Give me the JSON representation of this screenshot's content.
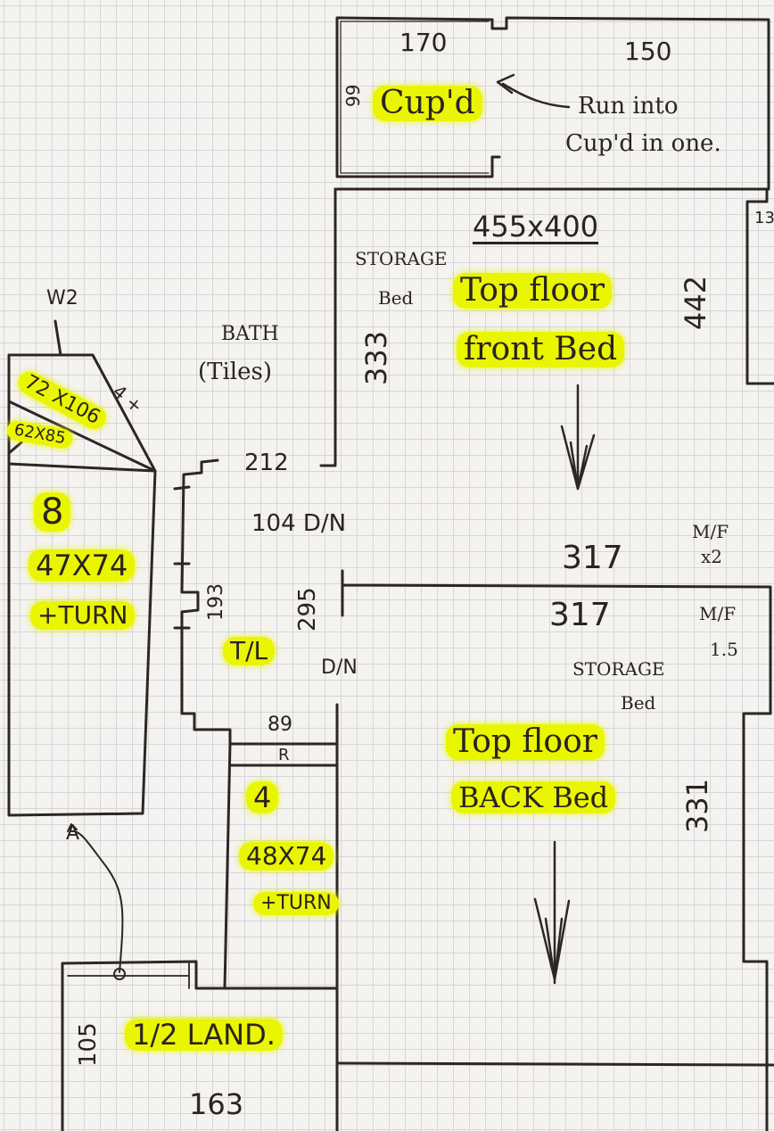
{
  "sketch": {
    "labels": {
      "cupd_top_width": "170",
      "cupd_right_width": "150",
      "cupd_depth": "99",
      "cupd_name": "Cup'd",
      "cupd_note_line1": "Run into",
      "cupd_note_line2": "Cup'd in one.",
      "front_room_size": "455x400",
      "front_storage_line1": "STORAGE",
      "front_storage_line2": "Bed",
      "front_room_name_line1": "Top floor",
      "front_room_name_line2": "front Bed",
      "front_depth_left": "333",
      "front_depth_right": "442",
      "edge_mark": "13",
      "mid_width_upper": "317",
      "mid_width_lower": "317",
      "mf_upper_line1": "M/F",
      "mf_upper_line2": "x2",
      "mf_lower_line1": "M/F",
      "mf_lower_line2": "1.5",
      "bath_line1": "BATH",
      "bath_line2": "(Tiles)",
      "bath_width": "212",
      "door_upper": "104 D/N",
      "door_lower": "D/N",
      "landing_depth": "193",
      "partition_mark": "295",
      "tl_mark": "T/L",
      "window_label": "W2",
      "window_size_1": "72 X106",
      "window_size_2": "62X85",
      "window_mark": "4 +",
      "stair_left_count": "8",
      "stair_left_size": "47X74",
      "stair_left_turn": "+TURN",
      "stair_right_top": "89",
      "stair_right_r": "R",
      "stair_right_count": "4",
      "stair_right_size": "48X74",
      "stair_right_turn": "+TURN",
      "back_storage_line1": "STORAGE",
      "back_storage_line2": "Bed",
      "back_room_name_line1": "Top floor",
      "back_room_name_line2": "BACK Bed",
      "back_depth": "331",
      "arrow_mark": "A",
      "half_landing": "1/2 LAND.",
      "half_landing_depth": "105",
      "half_landing_width": "163"
    },
    "colors": {
      "highlight": "#eaf600",
      "ink": "#2b2320",
      "grid": "#d3d6dc",
      "paper": "#f4f3ef"
    }
  }
}
